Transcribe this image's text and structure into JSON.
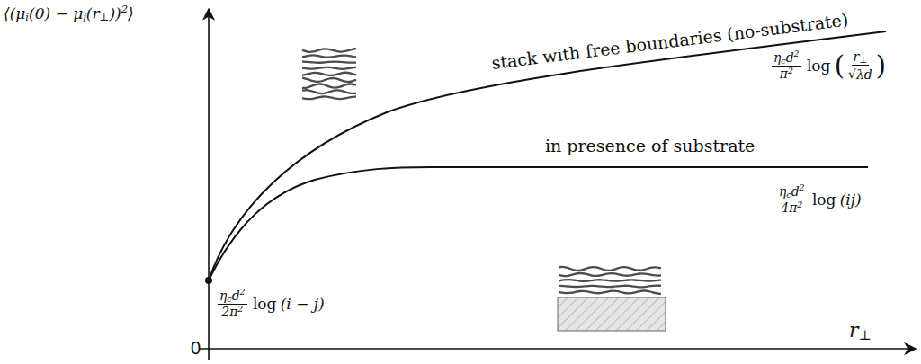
{
  "diagram": {
    "labels": [
      "⟨(μ",
      "i",
      "(0) − μ",
      "j",
      "(r",
      "⊥",
      "))",
      "2",
      "⟩",
      "stack with free boundaries (no-substrate)",
      "in presence of substrate",
      "η",
      "c",
      "d",
      "2",
      "π",
      "2",
      "log",
      "(",
      "r",
      "⊥",
      "√",
      "λd",
      ")",
      "η",
      "c",
      "d",
      "2",
      "4π",
      "2",
      "log",
      "(ij)",
      "η",
      "c",
      "d",
      "2",
      "2π",
      "2",
      "log",
      "(i − j)",
      "r",
      "⊥",
      "0"
    ]
  }
}
